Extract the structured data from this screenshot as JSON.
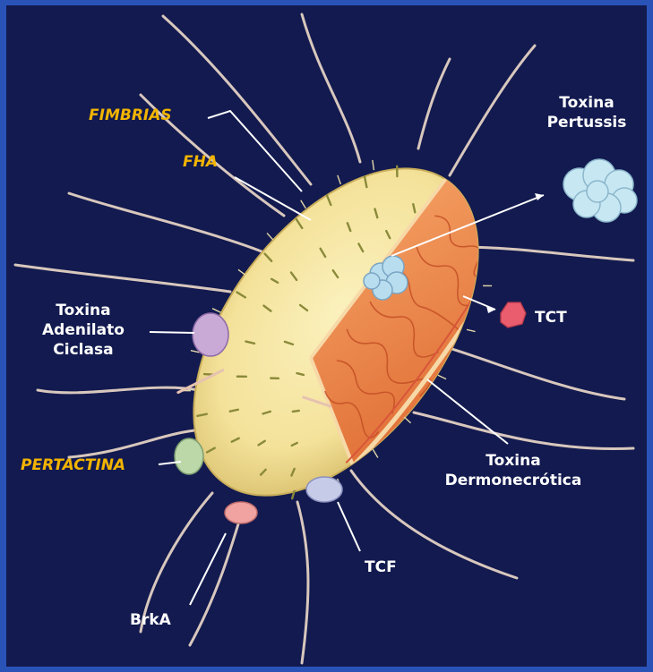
{
  "labels": {
    "fimbrias": "FIMBRIAS",
    "fha": "FHA",
    "toxina_adenilato_ciclasa": [
      "Toxina",
      "Adenilato",
      "Ciclasa"
    ],
    "pertactina": "PERTACTINA",
    "brka": "BrkA",
    "tcf": "TCF",
    "toxina_dermonecrotica": [
      "Toxina",
      "Dermonecrótica"
    ],
    "tct": "TCT",
    "toxina_pertussis": [
      "Toxina",
      "Pertussis"
    ]
  },
  "colors": {
    "frame": "#2a53b8",
    "background": "#121a4f",
    "highlight_label": "#f2b400",
    "plain_label": "#ffffff",
    "cell_body": "#f4e29a",
    "cytoplasm": "#e8814a",
    "flagella": "#d8c7bd"
  }
}
